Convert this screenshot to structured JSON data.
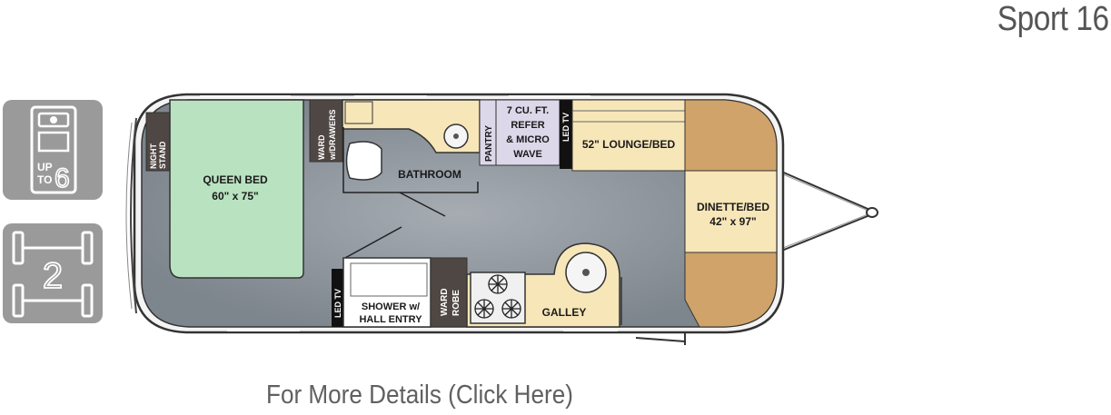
{
  "model": {
    "title": "Sport 16"
  },
  "badges": {
    "sleeps_up_to": "UP",
    "sleeps_to": "TO",
    "sleeps_count": "6",
    "axles_count": "2"
  },
  "floorplan": {
    "labels": {
      "night_stand_1": "NIGHT",
      "night_stand_2": "STAND",
      "queen_bed": "QUEEN BED",
      "queen_bed_size": "60\" x 75\"",
      "ward_drawers_1": "WARD",
      "ward_drawers_2": "w/DRAWERS",
      "bathroom": "BATHROOM",
      "pantry": "PANTRY",
      "refer_1": "7 CU. FT.",
      "refer_2": "REFER",
      "refer_3": "& MICRO",
      "refer_4": "WAVE",
      "led_tv_top": "LED TV",
      "lounge": "52\" LOUNGE/BED",
      "dinette": "DINETTE/BED",
      "dinette_size": "42\" x 97\"",
      "led_tv_bottom": "LED TV",
      "shower_1": "SHOWER w/",
      "shower_2": "HALL ENTRY",
      "ward_robe_1": "WARD",
      "ward_robe_2": "ROBE",
      "galley": "GALLEY"
    },
    "colors": {
      "floor": "#878f97",
      "bed": "#b9e2c0",
      "cream": "#f7e6b8",
      "tan": "#cfa36a",
      "dark": "#4f4743",
      "purple": "#ddd7ea",
      "black": "#111111"
    }
  },
  "link": {
    "text": "For More Details (Click Here)"
  }
}
